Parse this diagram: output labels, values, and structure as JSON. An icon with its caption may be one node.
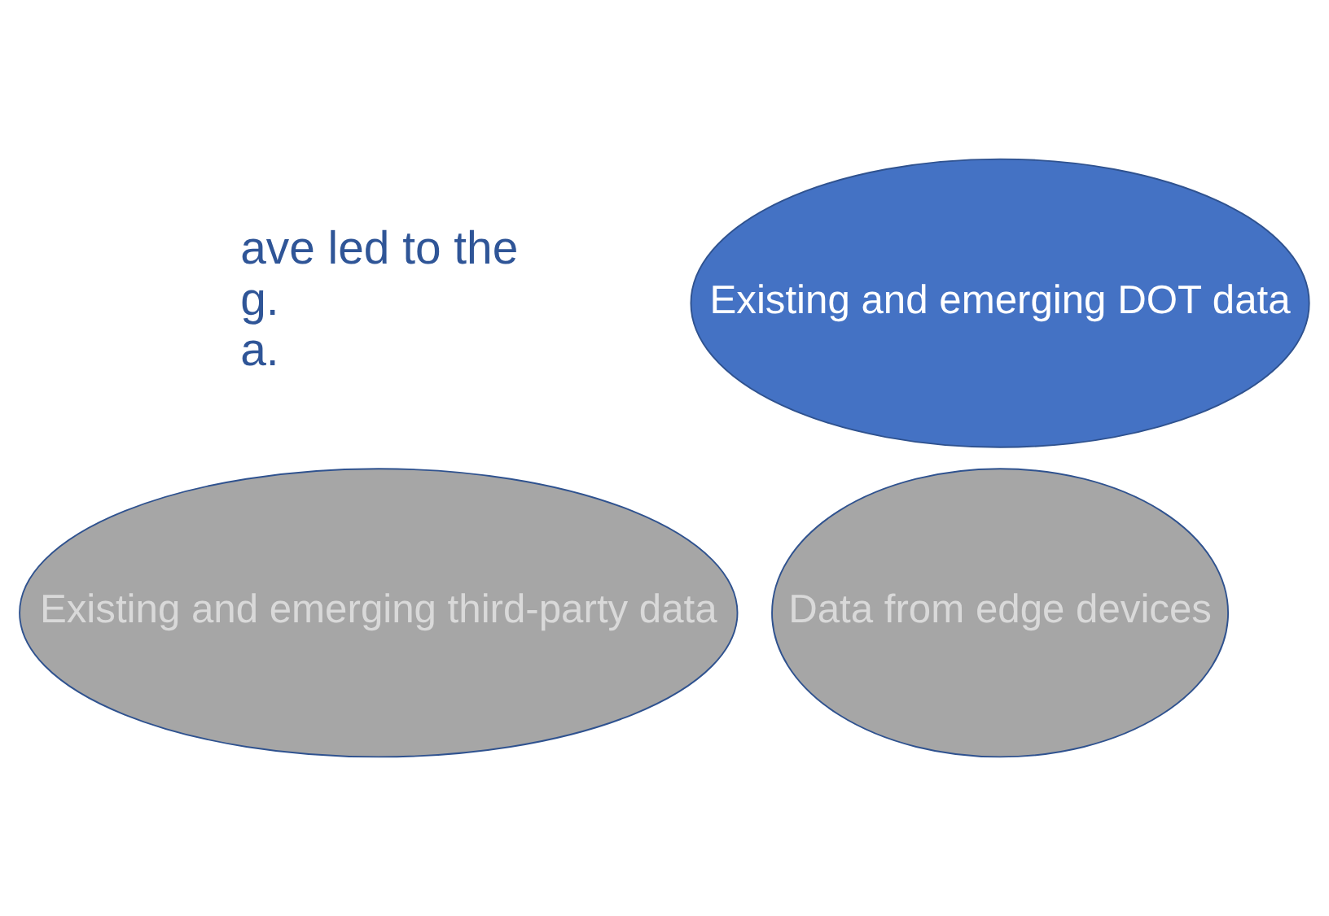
{
  "diagram": {
    "nodes": [
      {
        "text": [
          "Existing and emerging DOT data"
        ]
      },
      {
        "text": [
          "Existing and emerging third-party data"
        ]
      },
      {
        "text": [
          "Data from edge devices"
        ]
      }
    ],
    "labels": [
      "ave led to the",
      "g.",
      "a."
    ]
  }
}
